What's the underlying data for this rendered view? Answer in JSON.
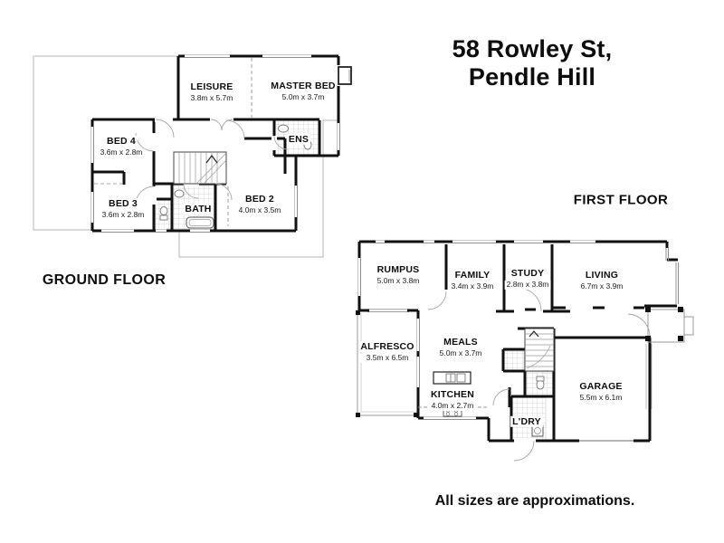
{
  "header": {
    "title_line1": "58 Rowley St,",
    "title_line2": "Pendle Hill"
  },
  "footer": {
    "note": "All sizes are approximations."
  },
  "floors": [
    {
      "label": "GROUND FLOOR",
      "rooms": [
        {
          "name": "LEISURE",
          "dims": "3.8m x 5.7m"
        },
        {
          "name": "MASTER BED",
          "dims": "5.0m x 3.7m"
        },
        {
          "name": "ENS",
          "dims": ""
        },
        {
          "name": "BED 4",
          "dims": "3.6m x 2.8m"
        },
        {
          "name": "BED 3",
          "dims": "3.6m x 2.8m"
        },
        {
          "name": "BATH",
          "dims": ""
        },
        {
          "name": "BED 2",
          "dims": "4.0m x 3.5m"
        }
      ]
    },
    {
      "label": "FIRST FLOOR",
      "rooms": [
        {
          "name": "RUMPUS",
          "dims": "5.0m x 3.8m"
        },
        {
          "name": "FAMILY",
          "dims": "3.4m x 3.9m"
        },
        {
          "name": "STUDY",
          "dims": "2.8m x 3.8m"
        },
        {
          "name": "LIVING",
          "dims": "6.7m x 3.9m"
        },
        {
          "name": "ALFRESCO",
          "dims": "3.5m x 6.5m"
        },
        {
          "name": "MEALS",
          "dims": "5.0m x 3.7m"
        },
        {
          "name": "KITCHEN",
          "dims": "4.0m x 2.7m"
        },
        {
          "name": "L'DRY",
          "dims": ""
        },
        {
          "name": "GARAGE",
          "dims": "5.5m x 6.1m"
        }
      ]
    }
  ],
  "colors": {
    "wall": "#111111",
    "window": "#8f8f8f",
    "footprint_outline": "#b5b5b5",
    "tile_grid": "#cfcfcf",
    "background": "#ffffff",
    "text": "#0d0d0d"
  }
}
